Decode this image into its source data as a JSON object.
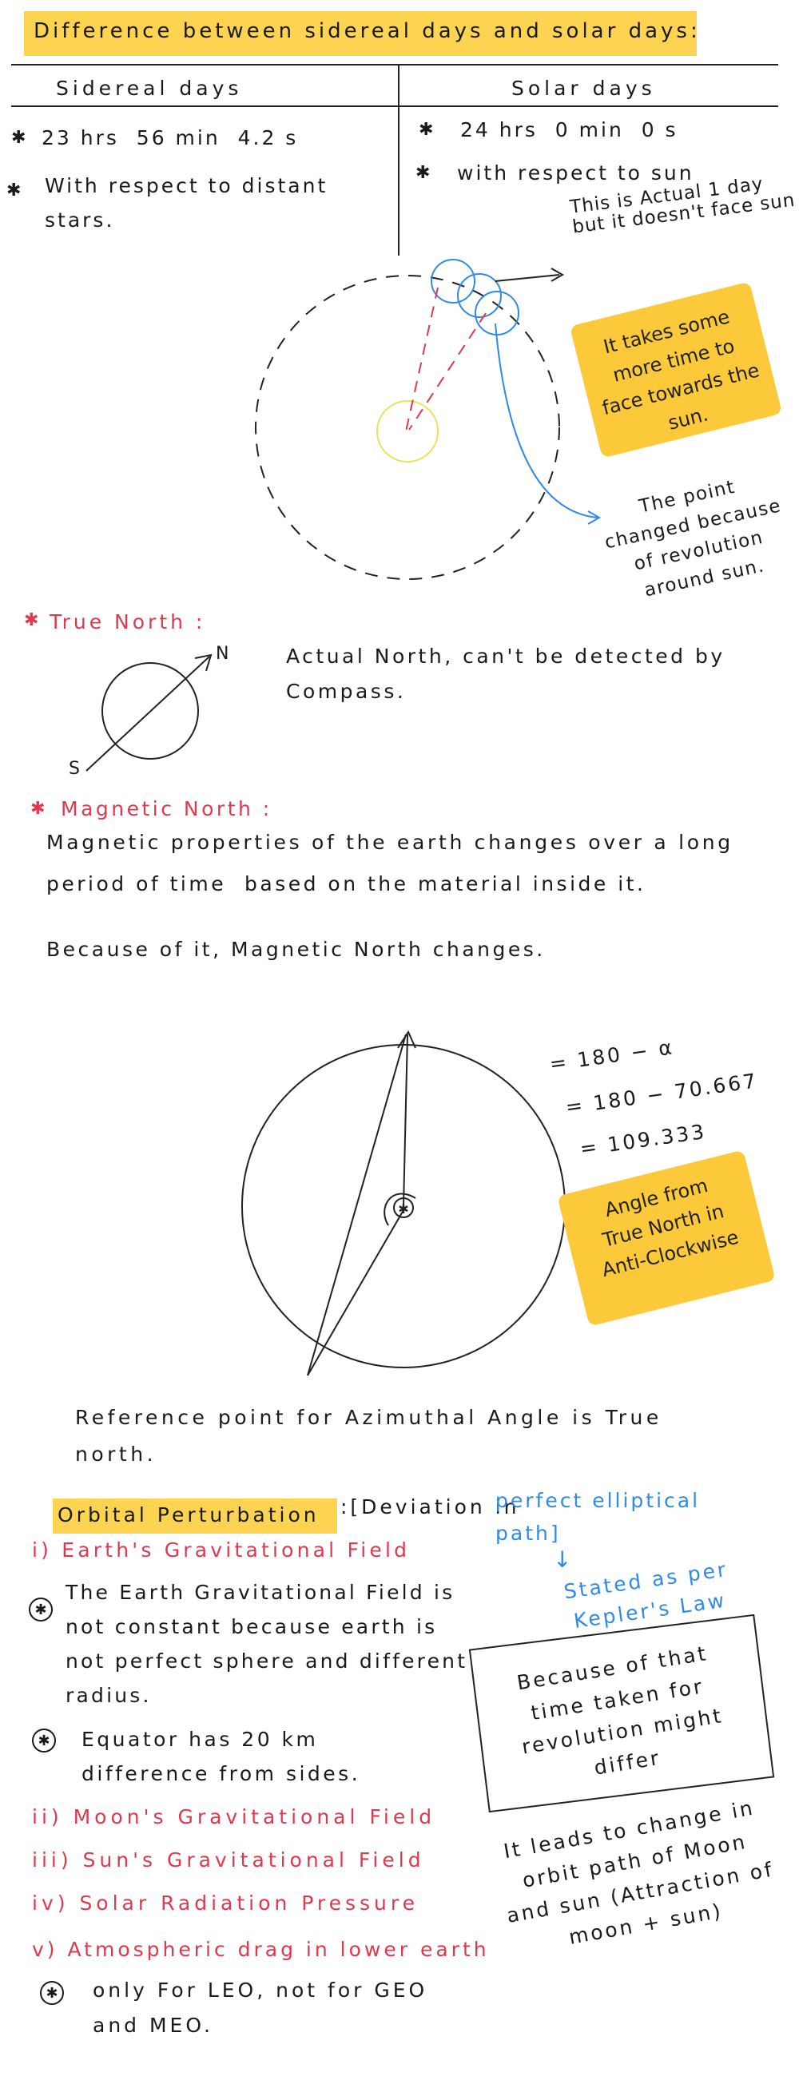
{
  "header": {
    "title": "Difference between sidereal days and solar days:"
  },
  "table": {
    "left_header": "Sidereal days",
    "right_header": "Solar days",
    "left_items": [
      "23 hrs  56 min  4.2 s",
      "With respect to distant stars."
    ],
    "right_items": [
      "24 hrs  0 min  0 s",
      "with respect to sun"
    ]
  },
  "orbit_diagram": {
    "note_top": "This is Actual 1 day but it doesn't face sun",
    "note_highlight": "It takes some more time to face towards the sun.",
    "note_bottom": "The point changed because of revolution around sun."
  },
  "true_north": {
    "heading": "True North :",
    "label_n": "N",
    "label_s": "S",
    "description": "Actual North, can't be detected by Compass."
  },
  "magnetic_north": {
    "heading": "Magnetic North :",
    "line1": "Magnetic properties of the earth changes over a long",
    "line2": "period of time  based on the material inside it.",
    "line3": "Because of it, Magnetic North changes."
  },
  "azimuth": {
    "eq1": "= 180 − α",
    "eq2": "= 180 − 70.667",
    "eq3": "= 109.333",
    "note": "Angle from True North in Anti-Clockwise",
    "reference": "Reference point for Azimuthal Angle is True north."
  },
  "perturbation": {
    "heading": "Orbital Perturbation",
    "definition_a": ":[Deviation in",
    "definition_b": "perfect elliptical path]",
    "kepler": "Stated as per Kepler's Law",
    "item1_title": "i) Earth's Gravitational Field",
    "item1_b1": "The Earth Gravitational Field is not constant because earth is not perfect sphere and different radius.",
    "item1_b2": "Equator has 20 km difference from sides.",
    "box_text": "Because of that time taken for revolution might differ",
    "side_note": "It leads to change in orbit path of Moon and sun (Attraction of moon + sun)",
    "item2": "ii) Moon's Gravitational Field",
    "item3": "iii) Sun's Gravitational Field",
    "item4": "iv) Solar Radiation Pressure",
    "item5": "v) Atmospheric drag in lower earth",
    "item5_b1": "only For LEO, not for GEO and MEO."
  },
  "colors": {
    "highlight": "#fcd452",
    "note": "#fcc93a",
    "red": "#e0384d",
    "blue": "#2f8be6"
  }
}
